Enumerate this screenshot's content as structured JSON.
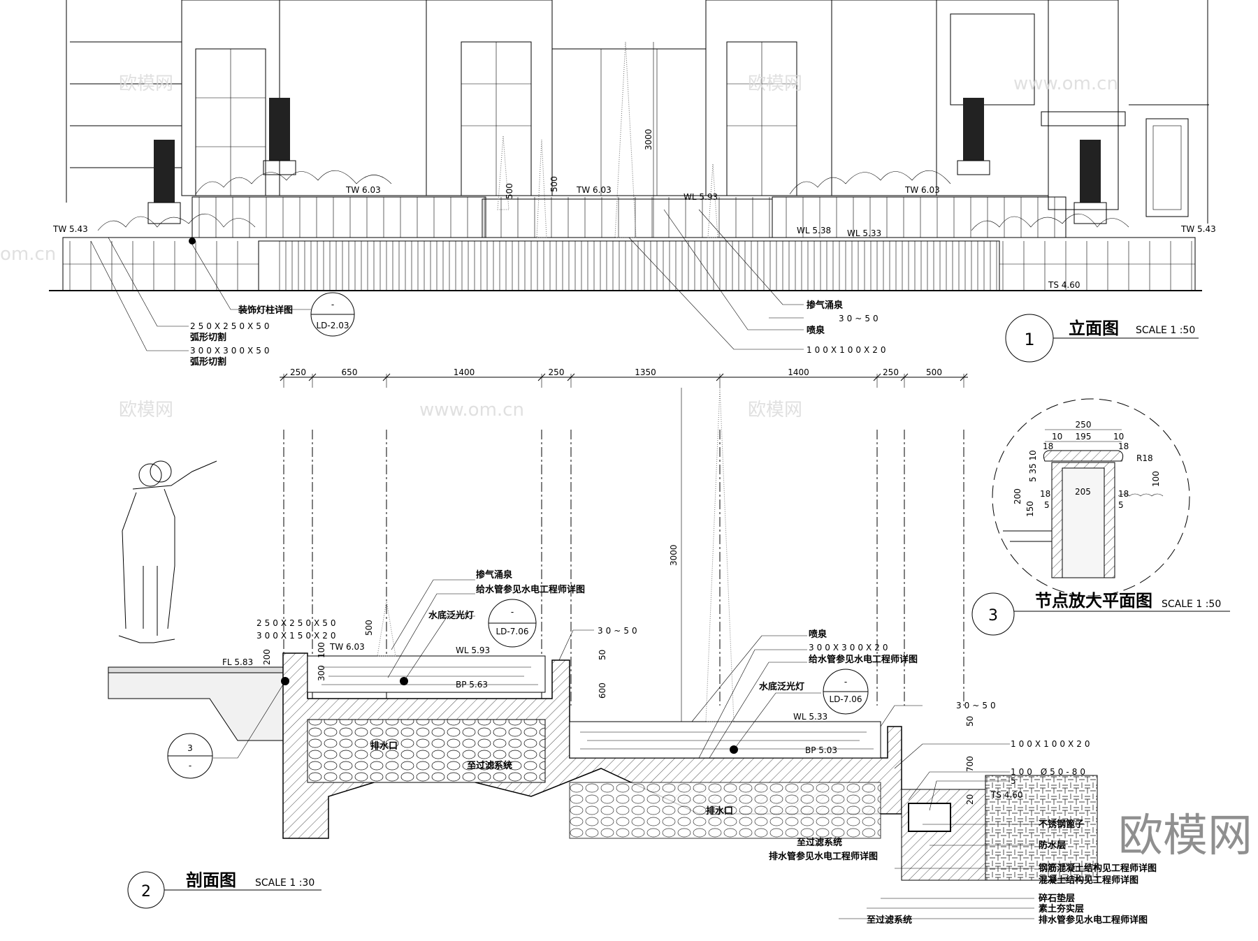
{
  "elevation": {
    "levels": {
      "tw_left": "TW 5.43",
      "tw_mid_left": "TW 6.03",
      "tw_mid": "TW 6.03",
      "wl_mid": "WL 5.93",
      "tw_mid_right": "TW 6.03",
      "wl_right1": "WL 5.38",
      "wl_right2": "WL 5.33",
      "tw_right": "TW 5.43",
      "ts": "TS 4.60"
    },
    "dims": {
      "d500a": "500",
      "d500b": "500",
      "d3000": "3000"
    },
    "callouts": {
      "lamp_detail": "装饰灯柱详图",
      "lamp_ref_top": "-",
      "lamp_ref_bottom": "LD-2.03",
      "paving1_size": "250X250X50",
      "paving1_note": "弧形切割",
      "paving2_size": "300X300X50",
      "paving2_note": "弧形切割",
      "aerated_spring": "掺气涌泉",
      "size_30_50": "30~50",
      "fountain": "喷泉",
      "tile_100": "100X100X20"
    },
    "title": {
      "number": "1",
      "name": "立面图",
      "scale": "SCALE 1 :50"
    }
  },
  "section": {
    "top_dims": [
      "250",
      "650",
      "1400",
      "250",
      "1350",
      "1400",
      "250",
      "500"
    ],
    "dims": {
      "d3000": "3000",
      "d500": "500",
      "d200": "200",
      "d100": "100",
      "d300": "300",
      "d50a": "50",
      "d600": "600",
      "d50b": "50",
      "d700": "700",
      "d20": "20"
    },
    "levels": {
      "fl": "FL 5.83",
      "tw": "TW 6.03",
      "wl_upper": "WL 5.93",
      "bp_upper": "BP 5.63",
      "wl_lower": "WL 5.33",
      "bp_lower": "BP 5.03",
      "ts": "TS 4.60"
    },
    "callouts": {
      "coping1": "250X250X50",
      "coping2": "300X150X20",
      "aerated_spring": "掺气涌泉",
      "supply_pipe": "给水管参见水电工程师详图",
      "underwater_light": "水底泛光灯",
      "light_ref_top": "-",
      "light_ref_bottom": "LD-7.06",
      "size_30_50": "30~50",
      "fountain": "喷泉",
      "tile_300": "300X300X20",
      "supply_pipe2": "给水管参见水电工程师详图",
      "underwater_light2": "水底泛光灯",
      "light2_ref_top": "-",
      "light2_ref_bottom": "LD-7.06",
      "size_30_50b": "30~50",
      "tile_100": "100X100X20",
      "pebble": "100 Ø50-80",
      "five": "5",
      "drain_outlet1": "排水口",
      "to_filter1": "至过滤系统",
      "drain_outlet2": "排水口",
      "to_filter2": "至过滤系统",
      "drain_pipe_mid": "排水管参见水电工程师详图",
      "ss_grate": "不锈钢篦子",
      "waterproof": "防水层",
      "rc_structure": "钢筋混凝土结构见工程师详图",
      "concrete": "混凝土结构见工程师详图",
      "gravel": "碎石垫层",
      "compacted_soil": "素土夯实层",
      "drain_pipe": "排水管参见水电工程师详图",
      "to_filter3": "至过滤系统",
      "detail_ref_top": "3",
      "detail_ref_bottom": "-"
    },
    "title": {
      "number": "2",
      "name": "剖面图",
      "scale": "SCALE 1 :30"
    }
  },
  "detail": {
    "dims": {
      "w250": "250",
      "w10a": "10",
      "w195": "195",
      "w10b": "10",
      "w18a": "18",
      "w18b": "18",
      "r18": "R18",
      "h100": "100",
      "h200": "200",
      "h150": "150",
      "h5_35_10": "5 35 10",
      "w205": "205",
      "w18c": "18",
      "w18d": "18",
      "w5a": "5",
      "w5b": "5"
    },
    "title": {
      "number": "3",
      "name": "节点放大平面图",
      "scale": "SCALE 1 :50"
    }
  },
  "watermarks": {
    "brand": "欧模网",
    "url": "www.om.cn",
    "short": "om.cn"
  }
}
